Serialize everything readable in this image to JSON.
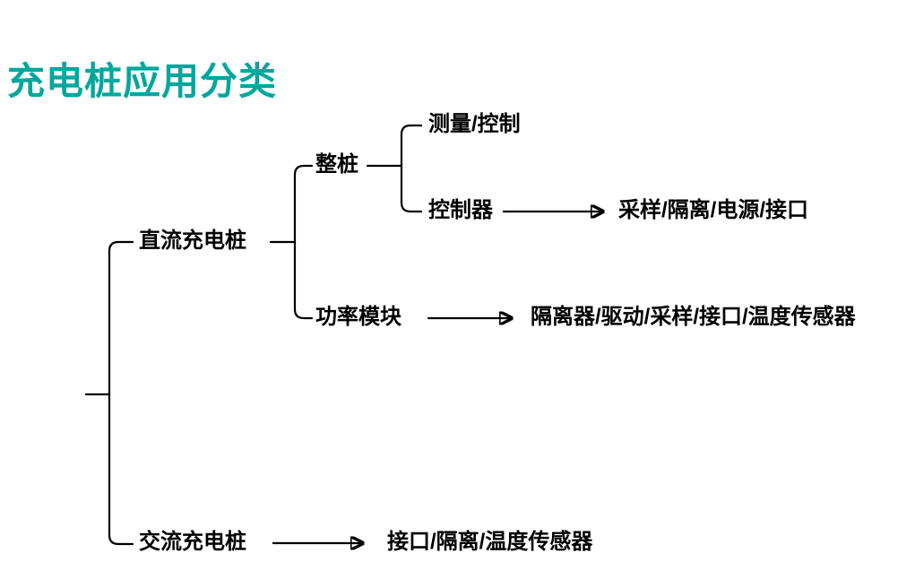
{
  "page": {
    "title": "充电桩应用分类"
  },
  "colors": {
    "title_accent": "#00A79D",
    "line": "#000000",
    "text": "#000000"
  },
  "diagram": {
    "type": "tree",
    "nodes": {
      "dc_pile": "直流充电桩",
      "whole_pile": "整桩",
      "measurement_control": "测量/控制",
      "controller": "控制器",
      "controller_targets": "采样/隔离/电源/接口",
      "power_module": "功率模块",
      "power_module_targets": "隔离器/驱动/采样/接口/温度传感器",
      "ac_pile": "交流充电桩",
      "ac_pile_targets": "接口/隔离/温度传感器"
    },
    "edges": [
      {
        "from": "root",
        "to": "直流充电桩",
        "style": "bracket"
      },
      {
        "from": "root",
        "to": "交流充电桩",
        "style": "bracket"
      },
      {
        "from": "直流充电桩",
        "to": "整桩",
        "style": "bracket"
      },
      {
        "from": "直流充电桩",
        "to": "功率模块",
        "style": "bracket"
      },
      {
        "from": "整桩",
        "to": "测量/控制",
        "style": "bracket"
      },
      {
        "from": "整桩",
        "to": "控制器",
        "style": "bracket"
      },
      {
        "from": "控制器",
        "to": "采样/隔离/电源/接口",
        "style": "arrow"
      },
      {
        "from": "功率模块",
        "to": "隔离器/驱动/采样/接口/温度传感器",
        "style": "arrow"
      },
      {
        "from": "交流充电桩",
        "to": "接口/隔离/温度传感器",
        "style": "arrow"
      }
    ]
  }
}
